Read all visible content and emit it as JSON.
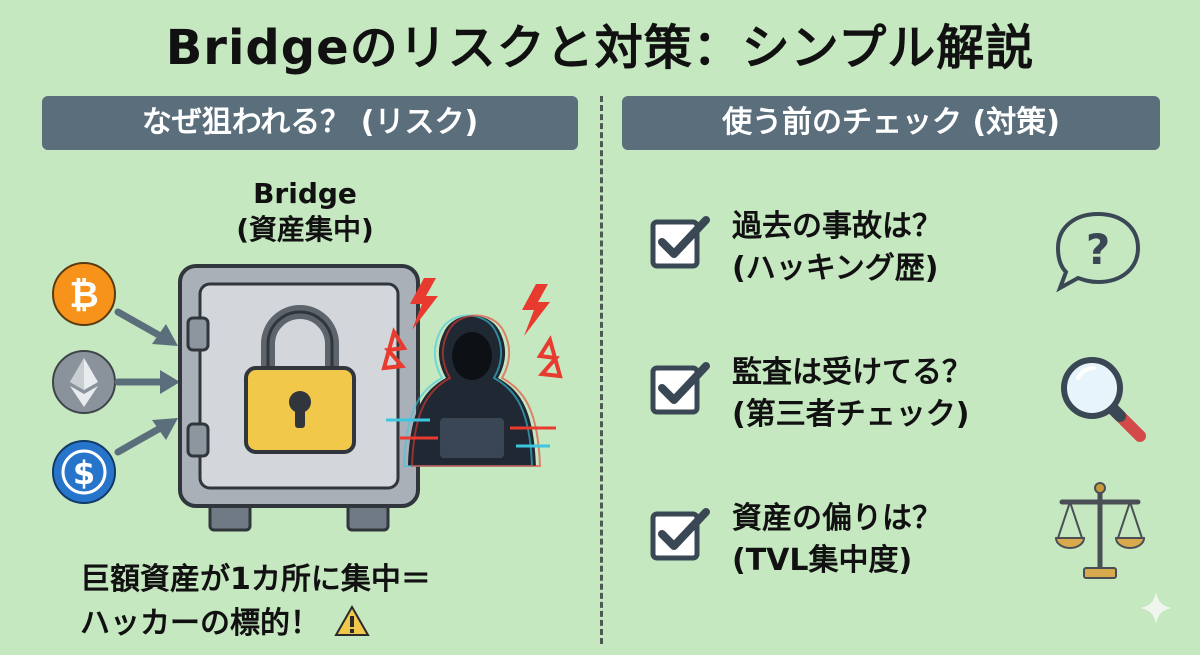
{
  "title": "Bridgeのリスクと対策：シンプル解説",
  "left_panel": {
    "header": "なぜ狙われる？ (リスク)",
    "bridge_label": "Bridge",
    "bridge_sublabel": "(資産集中)",
    "risk_line1": "巨額資産が1カ所に集中＝",
    "risk_line2": "ハッカーの標的！",
    "coins": [
      "bitcoin-icon",
      "ethereum-icon",
      "usdc-icon"
    ]
  },
  "right_panel": {
    "header": "使う前のチェック (対策)",
    "items": [
      {
        "title": "過去の事故は？",
        "sub": "(ハッキング歴)",
        "icon": "question-bubble-icon"
      },
      {
        "title": "監査は受けてる？",
        "sub": "(第三者チェック)",
        "icon": "magnifier-icon"
      },
      {
        "title": "資産の偏りは？",
        "sub": "(TVL集中度)",
        "icon": "balance-scale-icon"
      }
    ]
  },
  "colors": {
    "background": "#c5e8c0",
    "header_bg": "#5b6e7c",
    "bitcoin": "#f7931a",
    "ethereum": "#8a929b",
    "usdc": "#2775ca",
    "lock": "#f2c84b",
    "alert": "#e83a2f"
  }
}
